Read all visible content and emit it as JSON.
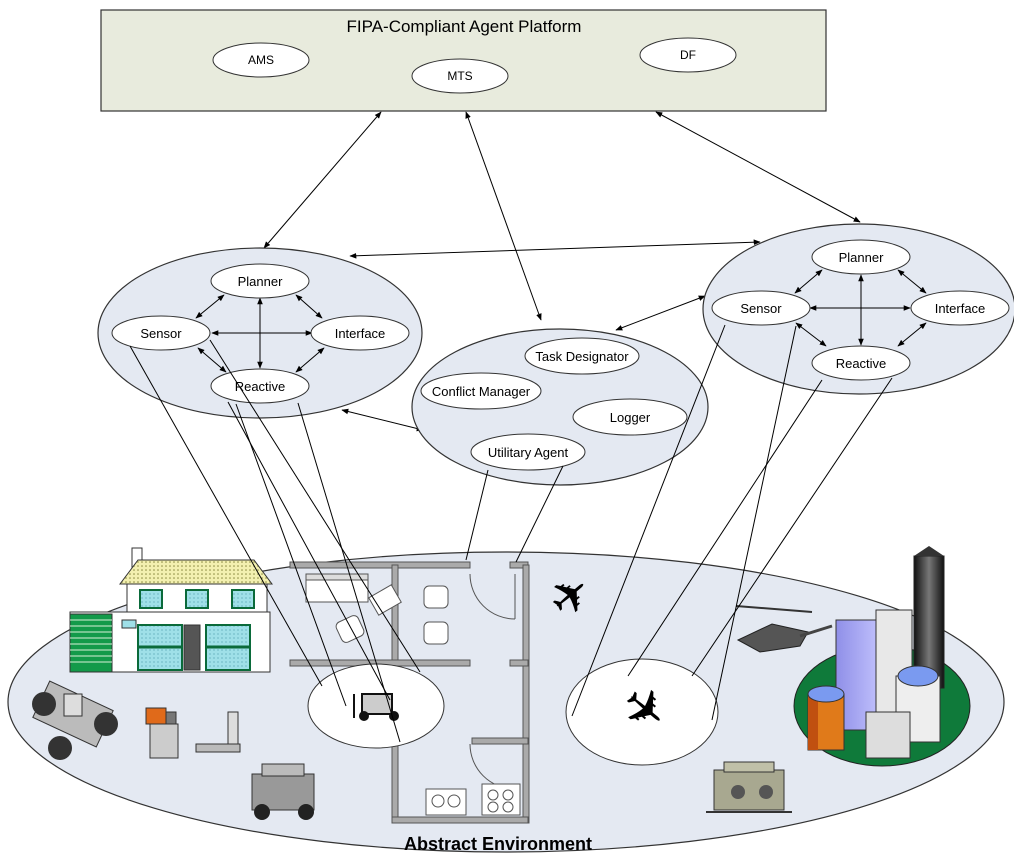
{
  "platform": {
    "title": "FIPA-Compliant Agent Platform",
    "services": [
      "AMS",
      "MTS",
      "DF"
    ],
    "fill_color": "#E8EBDD"
  },
  "agent_groups": {
    "left": [
      "Planner",
      "Sensor",
      "Interface",
      "Reactive"
    ],
    "center": [
      "Task Designator",
      "Conflict Manager",
      "Logger",
      "Utilitary Agent"
    ],
    "right": [
      "Planner",
      "Sensor",
      "Interface",
      "Reactive"
    ],
    "group_fill_color": "#E4E9F2"
  },
  "environment": {
    "label": "Abstract Environment",
    "fill_color": "#E4E9F2"
  },
  "illustrations": [
    "house",
    "office-floor-plan",
    "wheelchair",
    "mobile-robots",
    "forklift-robots",
    "airplane",
    "helicopter",
    "city-buildings",
    "underwater-vehicle"
  ]
}
